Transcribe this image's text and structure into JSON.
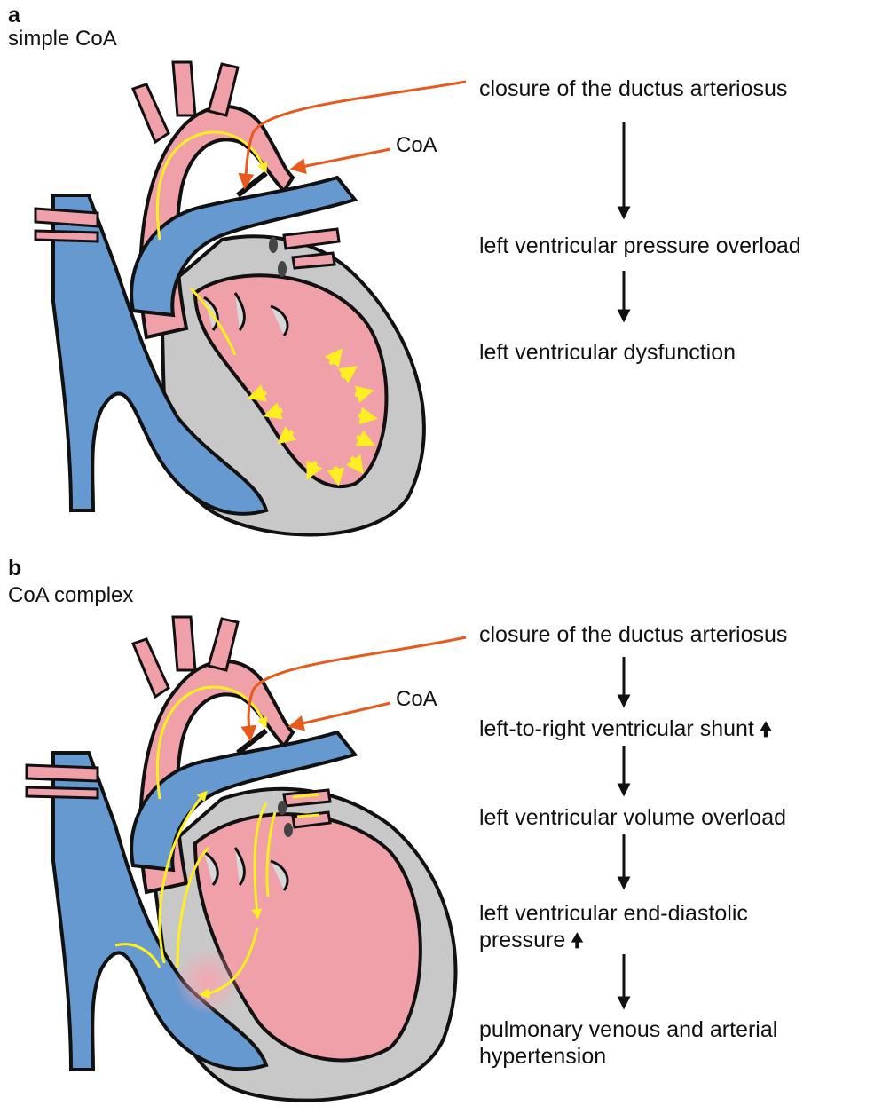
{
  "panel_a": {
    "letter": "a",
    "subtitle": "simple CoA",
    "coa_label": "CoA",
    "steps": [
      "closure of the ductus arteriosus",
      "left ventricular pressure overload",
      "left ventricular dysfunction"
    ]
  },
  "panel_b": {
    "letter": "b",
    "subtitle": "CoA complex",
    "coa_label": "CoA",
    "steps": [
      "closure of the ductus arteriosus",
      "left-to-right ventricular shunt",
      "left ventricular volume overload",
      "left ventricular end-diastolic",
      "pressure",
      "pulmonary venous and arterial",
      "hypertension"
    ],
    "up_arrow": "🠝"
  },
  "colors": {
    "aorta": "#f0a0a8",
    "vein": "#6699d0",
    "myocardium": "#c8c8c8",
    "flow": "#ffee22",
    "annotation": "#e85a1c"
  }
}
